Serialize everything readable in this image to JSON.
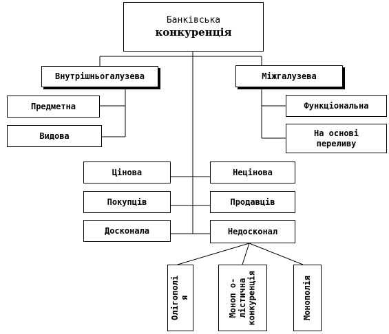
{
  "diagram": {
    "root": {
      "line1": "Банківська",
      "line2": "конкуренція"
    },
    "intra": "Внутрішньогалузева",
    "inter": "Міжгалузева",
    "subject": "Предметна",
    "species": "Видова",
    "functional": "Функціональна",
    "flow": {
      "line1": "На основі",
      "line2": "переливу"
    },
    "price": "Цінова",
    "nonprice": "Нецінова",
    "buyers": "Покупців",
    "sellers": "Продавців",
    "perfect": "Досконала",
    "imperfect": "Недосконал",
    "oligopoly": "Олігополі\nя",
    "monopolistic": "Моноп о-\nлістична\nконкуренція",
    "monopoly": "Монополія"
  }
}
